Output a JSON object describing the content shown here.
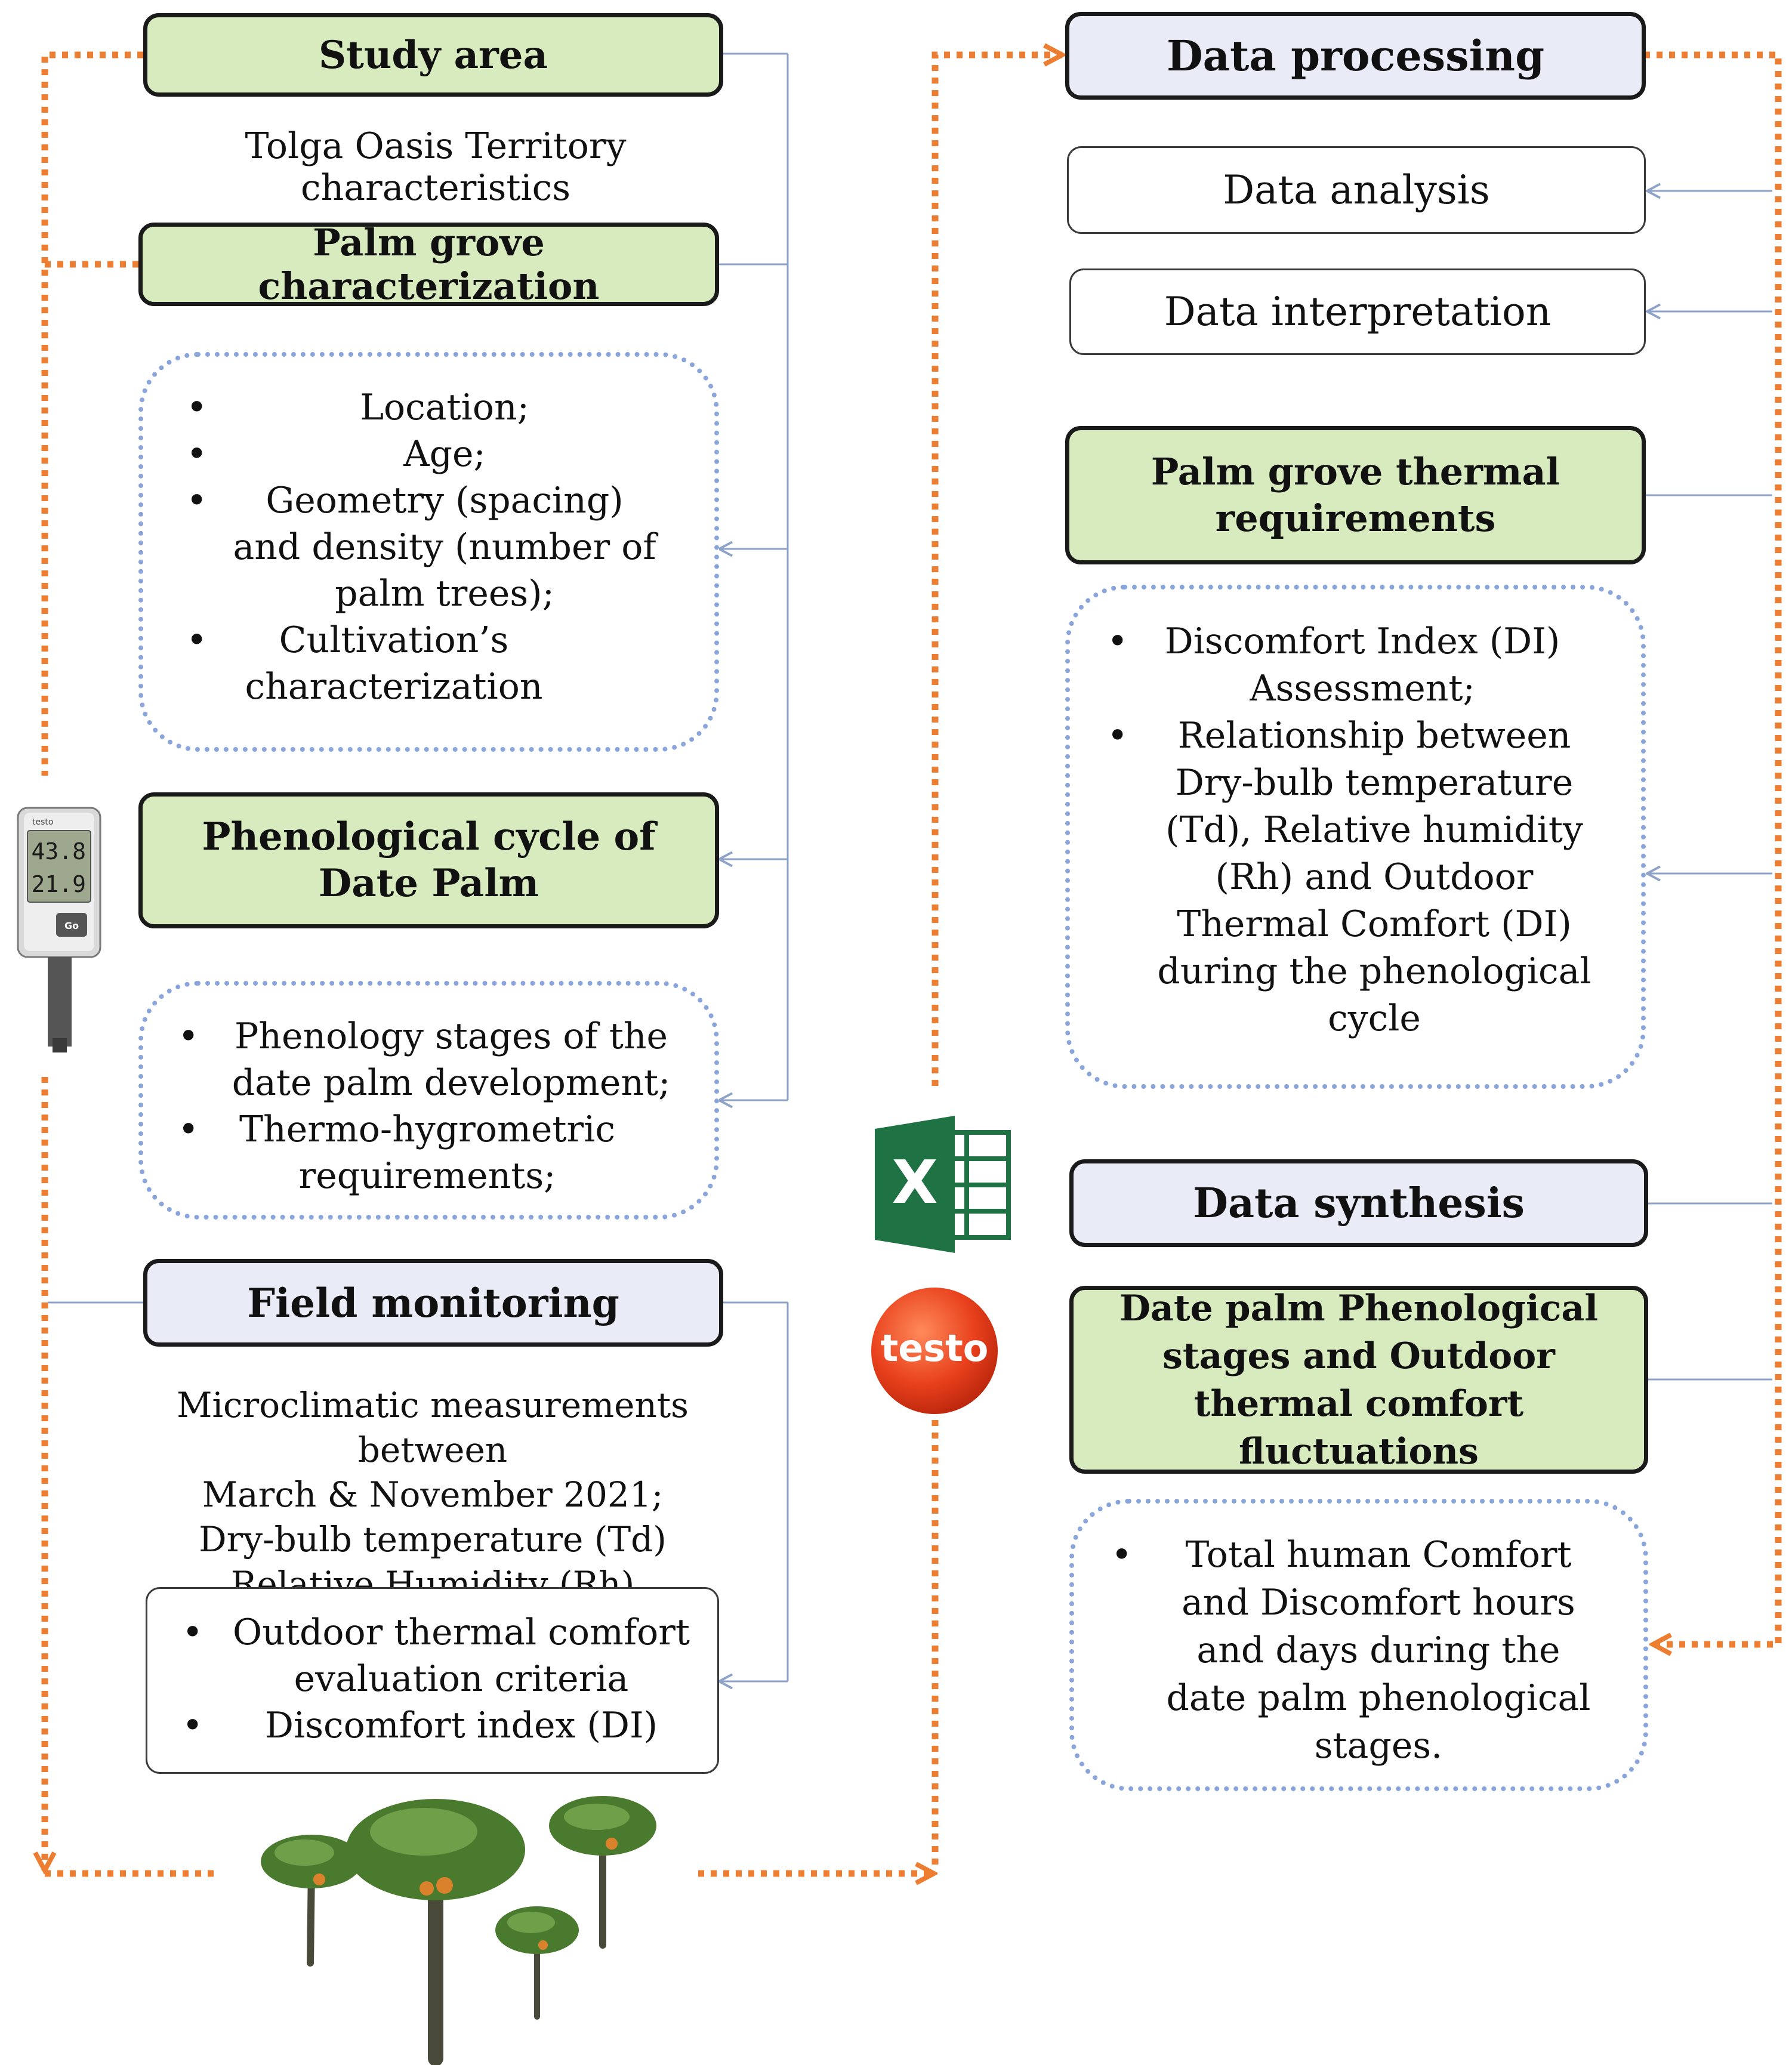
{
  "left": {
    "study_area": {
      "title": "Study area",
      "desc": "Tolga Oasis Territory characteristics"
    },
    "palm_grove": {
      "title": "Palm grove characterization",
      "items": [
        "Location;",
        "Age;",
        "Geometry (spacing) and density (number of palm trees);",
        "Cultivation’s characterization"
      ]
    },
    "phenological": {
      "title": "Phenological cycle of Date Palm",
      "items": [
        "Phenology stages of the date palm development;",
        "Thermo-hygrometric requirements;"
      ]
    },
    "field_monitoring": {
      "title": "Field monitoring",
      "desc_lines": [
        "Microclimatic measurements between",
        "March & November 2021;",
        "Dry-bulb temperature (Td)",
        "Relative Humidity (Rh)"
      ],
      "items": [
        "Outdoor thermal comfort evaluation criteria",
        "Discomfort index (DI)"
      ]
    }
  },
  "right": {
    "data_processing": {
      "title": "Data processing",
      "sub": [
        "Data analysis",
        "Data interpretation"
      ]
    },
    "thermal": {
      "title": "Palm grove thermal requirements",
      "items": [
        "Discomfort Index (DI) Assessment;",
        "Relationship between Dry-bulb temperature (Td), Relative humidity (Rh) and Outdoor Thermal Comfort (DI) during the phenological cycle"
      ]
    },
    "data_synthesis": {
      "title": "Data synthesis"
    },
    "outcome": {
      "title": "Date palm Phenological stages and Outdoor thermal comfort fluctuations",
      "items": [
        "Total human Comfort and Discomfort hours and days during the date palm  phenological stages."
      ]
    }
  },
  "logos": {
    "device_readings": [
      "43.8",
      "21.9"
    ],
    "device_brand": "testo",
    "device_button": "Go",
    "excel_letter": "X",
    "testo_label": "testo"
  },
  "colors": {
    "green_fill": "#d8ebbf",
    "blue_fill": "#e9ecf7",
    "dotted_border": "#8aa4dc",
    "orange_arrow": "#ed7d31",
    "connector": "#8ea2c8"
  }
}
